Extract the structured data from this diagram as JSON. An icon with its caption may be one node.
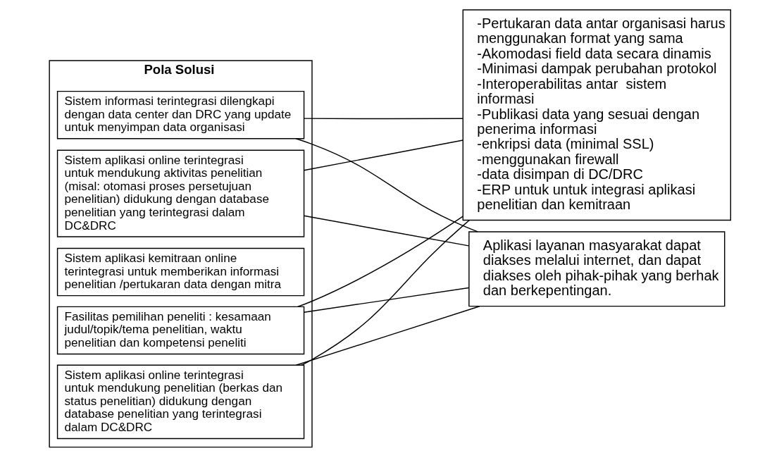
{
  "diagram": {
    "nodes": [
      {
        "text": [
          "Pola Solusi"
        ]
      },
      {
        "text": [
          "Sistem informasi terintegrasi dilengkapi dengan data center dan DRC yang update untuk menyimpan data organisasi"
        ],
        "in": 0
      },
      {
        "text": [
          "Sistem aplikasi online terintegrasi untuk mendukung aktivitas penelitian (misal: otomasi proses persetujuan penelitian) didukung dengan database penelitian yang terintegrasi dalam DC&DRC"
        ],
        "in": 0
      },
      {
        "text": [
          "Sistem aplikasi kemitraan online terintegrasi untuk memberikan informasi penelitian /pertukaran data dengan mitra"
        ],
        "in": 0
      },
      {
        "text": [
          "Fasilitas pemilihan peneliti : kesamaan judul/topik/tema penelitian, waktu penelitian dan kompetensi peneliti"
        ],
        "in": 0
      },
      {
        "text": [
          "Sistem aplikasi online terintegrasi untuk mendukung penelitian (berkas dan status penelitian) didukung dengan database penelitian yang terintegrasi dalam DC&DRC"
        ],
        "in": 0
      },
      {
        "text": [
          "-Pertukaran data antar organisasi harus menggunakan format yang sama",
          "-Akomodasi field data secara dinamis",
          "-Minimasi dampak perubahan protokol",
          "-Interoperabilitas antar  sistem informasi",
          "-Publikasi data yang sesuai dengan penerima informasi",
          "-enkripsi data (minimal SSL)",
          "-menggunakan firewall",
          "-data disimpan di DC/DRC",
          "-ERP untuk untuk integrasi aplikasi penelitian dan kemitraan"
        ]
      },
      {
        "text": [
          "Aplikasi layanan masyarakat dapat diakses melalui internet, dan dapat diakses oleh pihak-pihak yang berhak dan berkepentingan."
        ]
      }
    ],
    "edges": [
      {
        "from": 1,
        "to": 6,
        "arrow": "none"
      },
      {
        "from": 1,
        "to": 7,
        "arrow": "none"
      },
      {
        "from": 2,
        "to": 6,
        "arrow": "none"
      },
      {
        "from": 2,
        "to": 7,
        "arrow": "none"
      },
      {
        "from": 4,
        "to": 6,
        "arrow": "none"
      },
      {
        "from": 4,
        "to": 7,
        "arrow": "none"
      },
      {
        "from": 5,
        "to": 6,
        "arrow": "none"
      },
      {
        "from": 5,
        "to": 7,
        "arrow": "none"
      }
    ]
  }
}
